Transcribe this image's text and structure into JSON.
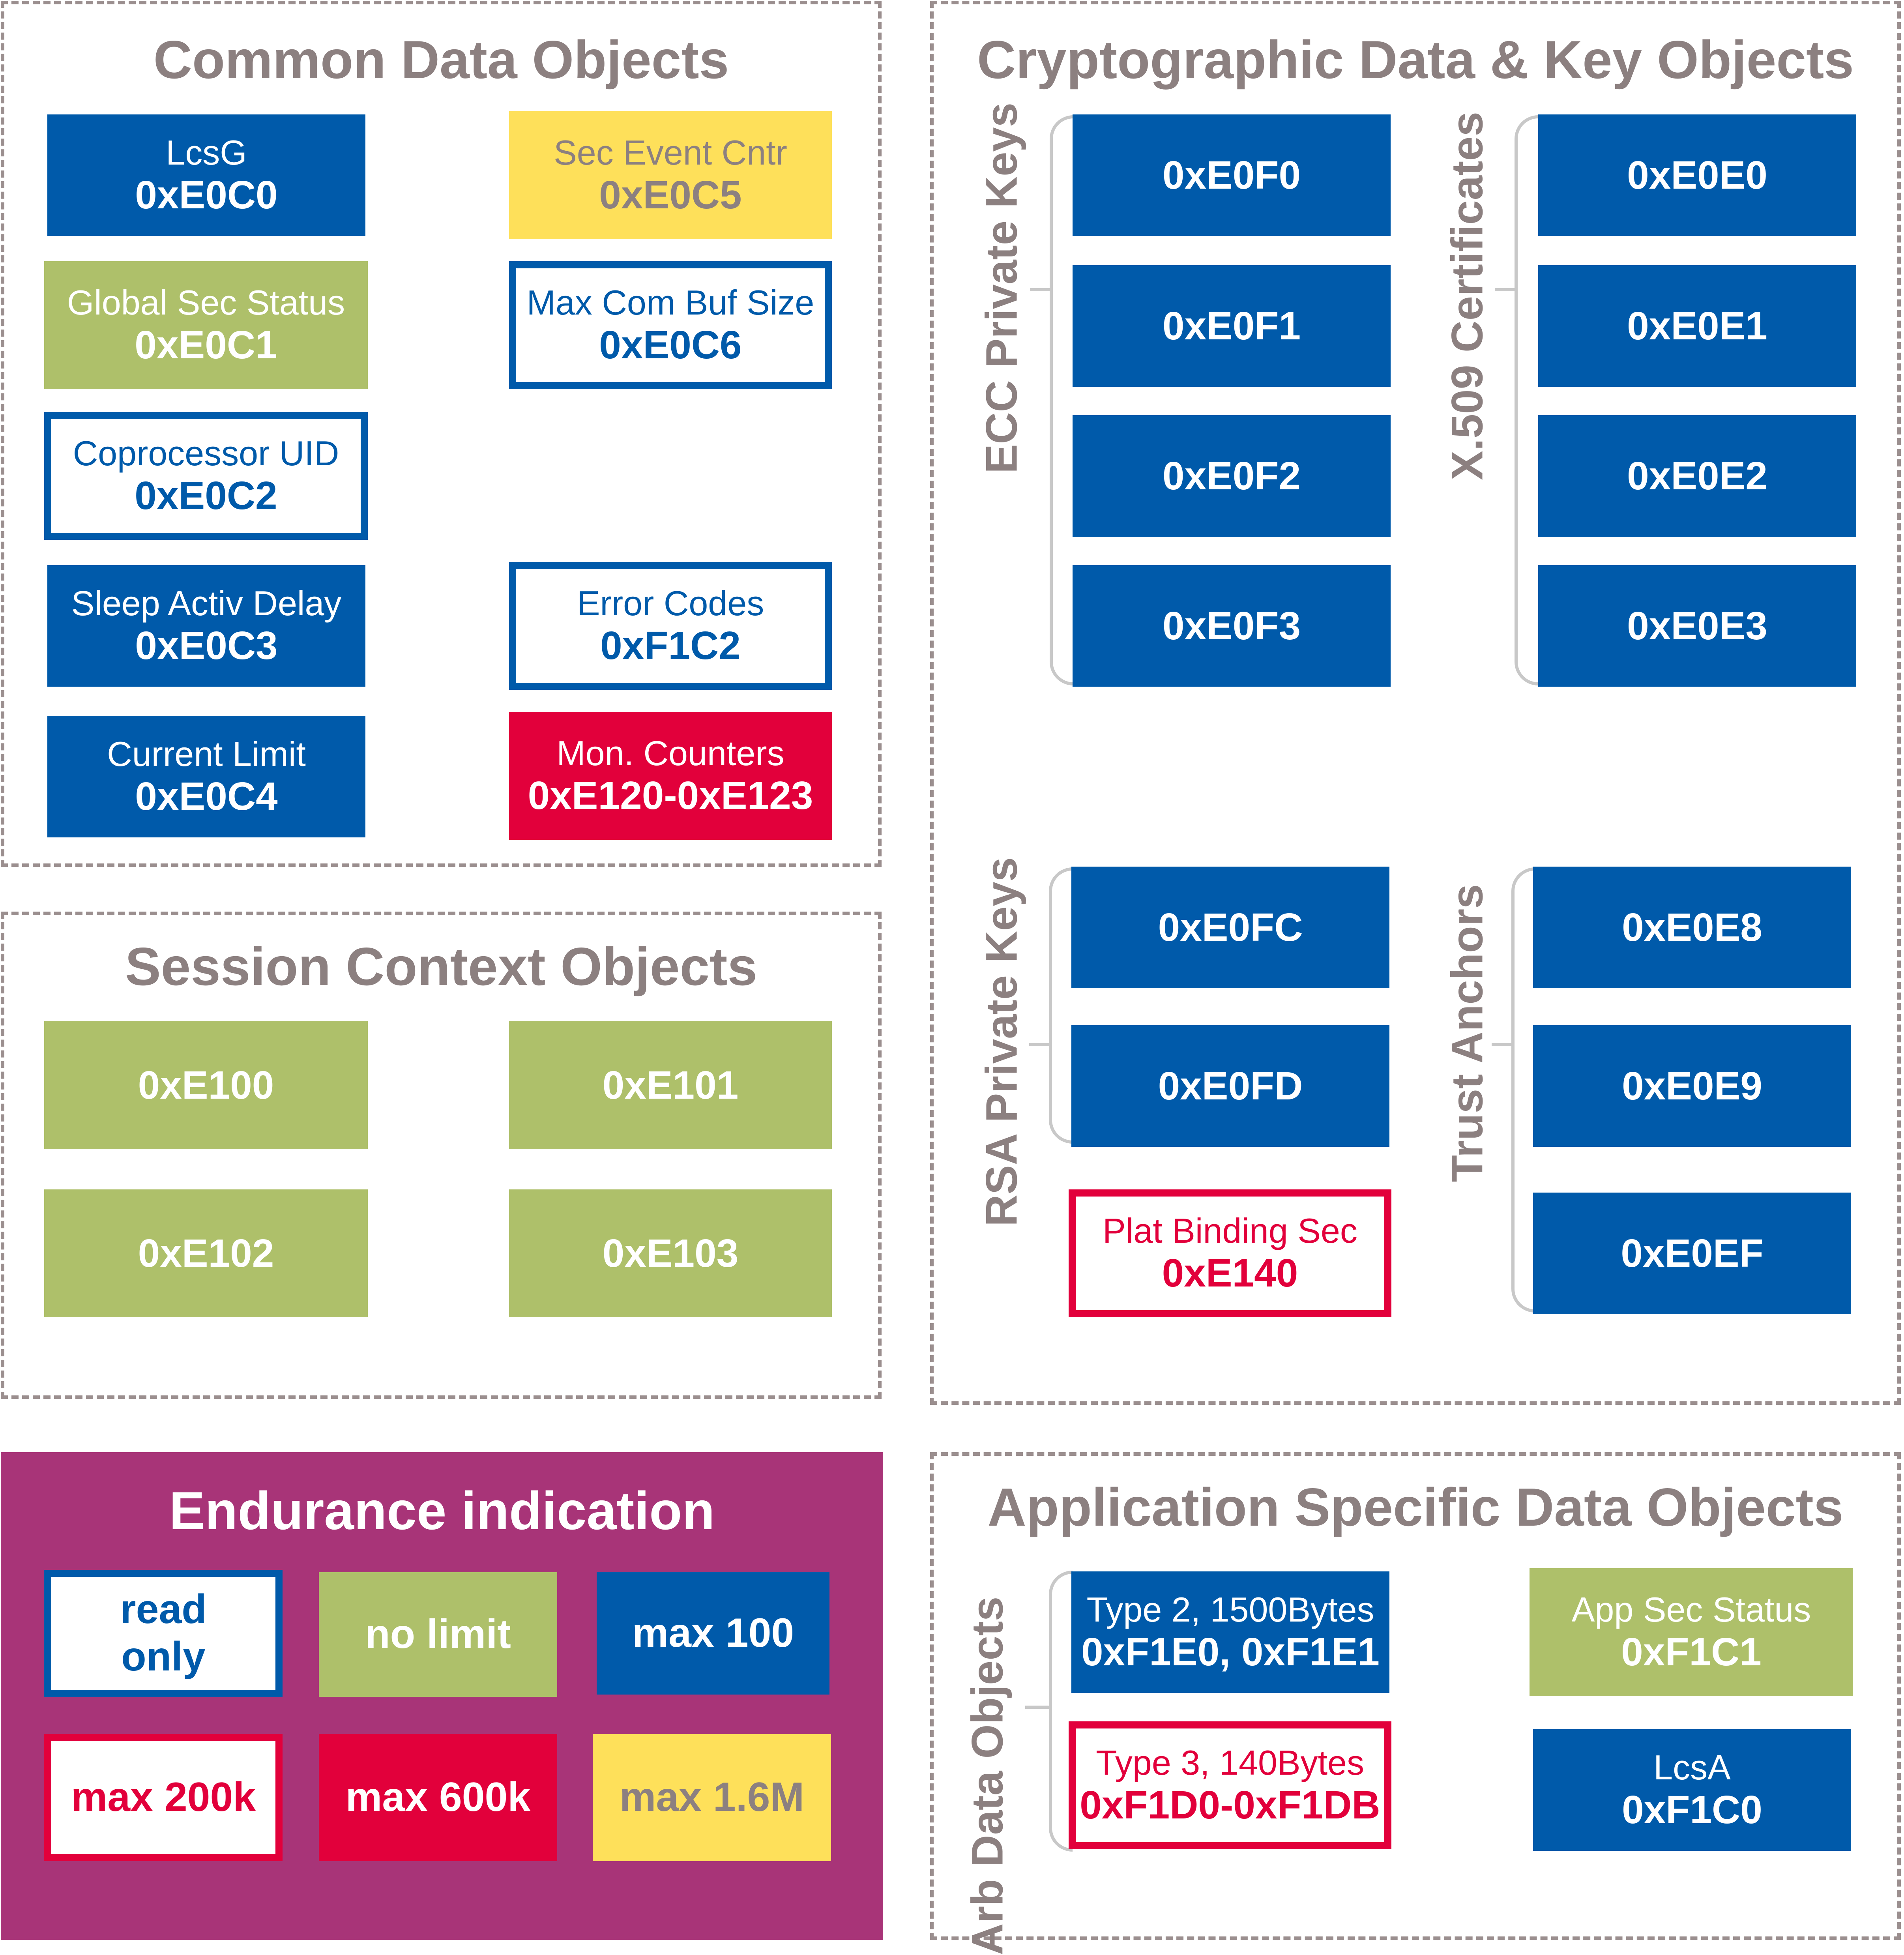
{
  "common": {
    "title": "Common Data Objects",
    "items": [
      {
        "name": "LcsG",
        "id": "0xE0C0"
      },
      {
        "name": "Sec Event Cntr",
        "id": "0xE0C5"
      },
      {
        "name": "Global Sec Status",
        "id": "0xE0C1"
      },
      {
        "name": "Max Com Buf Size",
        "id": "0xE0C6"
      },
      {
        "name": "Coprocessor UID",
        "id": "0xE0C2"
      },
      {
        "name": "Sleep Activ Delay",
        "id": "0xE0C3"
      },
      {
        "name": "Error Codes",
        "id": "0xF1C2"
      },
      {
        "name": "Current Limit",
        "id": "0xE0C4"
      },
      {
        "name": "Mon. Counters",
        "id": "0xE120-0xE123"
      }
    ]
  },
  "session": {
    "title": "Session Context Objects",
    "items": [
      "0xE100",
      "0xE101",
      "0xE102",
      "0xE103"
    ]
  },
  "crypto": {
    "title": "Cryptographic Data & Key Objects",
    "ecc_label": "ECC Private Keys",
    "ecc": [
      "0xE0F0",
      "0xE0F1",
      "0xE0F2",
      "0xE0F3"
    ],
    "x509_label": "X.509 Certificates",
    "x509": [
      "0xE0E0",
      "0xE0E1",
      "0xE0E2",
      "0xE0E3"
    ],
    "rsa_label": "RSA Private Keys",
    "rsa": [
      "0xE0FC",
      "0xE0FD"
    ],
    "plat": {
      "name": "Plat Binding Sec",
      "id": "0xE140"
    },
    "trust_label": "Trust Anchors",
    "trust": [
      "0xE0E8",
      "0xE0E9",
      "0xE0EF"
    ]
  },
  "endurance": {
    "title": "Endurance indication",
    "legend": {
      "read_only_line1": "read",
      "read_only_line2": "only",
      "no_limit": "no limit",
      "max_100": "max 100",
      "max_200k": "max 200k",
      "max_600k": "max 600k",
      "max_1_6m": "max 1.6M"
    }
  },
  "app": {
    "title": "Application Specific Data Objects",
    "arb_label": "Arb Data Objects",
    "type2": {
      "name": "Type 2, 1500Bytes",
      "id": "0xF1E0, 0xF1E1"
    },
    "type3": {
      "name": "Type 3, 140Bytes",
      "id": "0xF1D0-0xF1DB"
    },
    "app_sec": {
      "name": "App Sec Status",
      "id": "0xF1C1"
    },
    "lcsa": {
      "name": "LcsA",
      "id": "0xF1C0"
    }
  },
  "colors": {
    "blue": "#005aaa",
    "green": "#aec06a",
    "yellow": "#fee05a",
    "red": "#e2003b",
    "purple": "#a83478",
    "gray_text": "#8c8080"
  }
}
